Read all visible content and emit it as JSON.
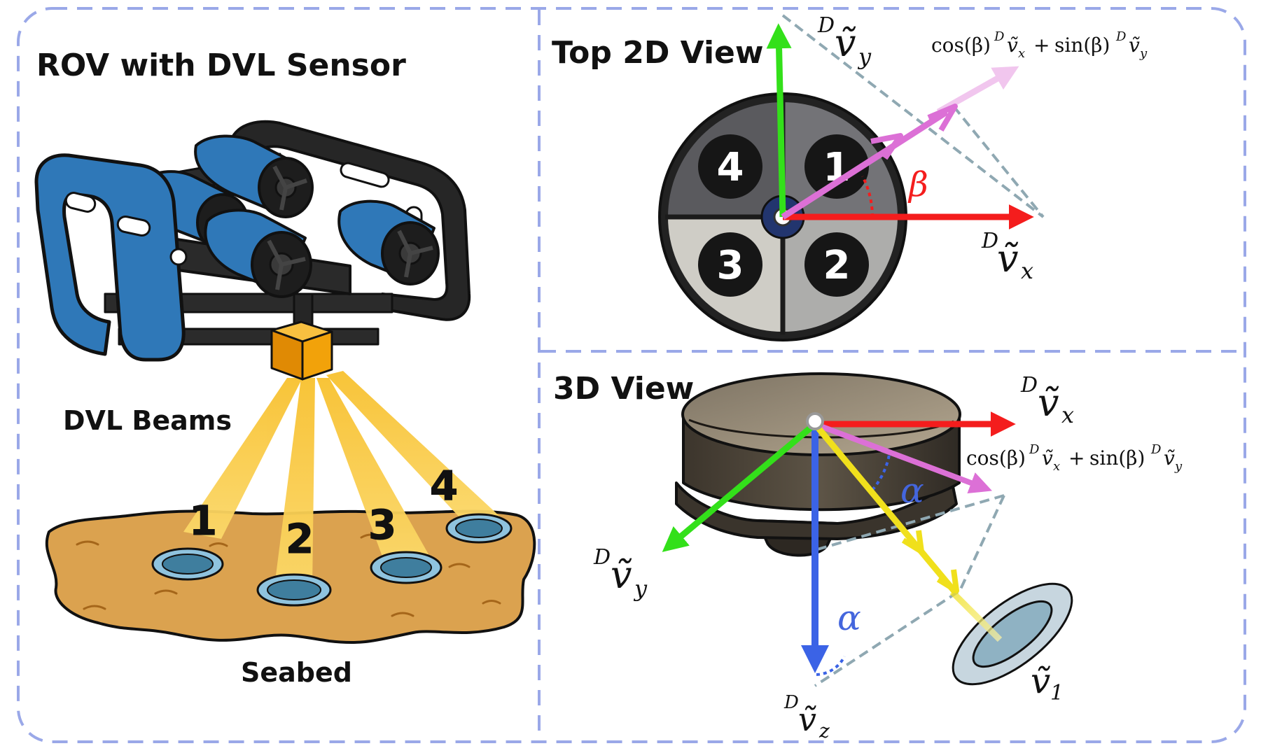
{
  "panels": {
    "left": {
      "title": "ROV with DVL Sensor",
      "beams_label": "DVL Beams",
      "seabed_label": "Seabed",
      "beam_numbers": [
        "1",
        "2",
        "3",
        "4"
      ]
    },
    "top": {
      "title": "Top 2D View",
      "quadrant_numbers": [
        "4",
        "1",
        "3",
        "2"
      ],
      "vy_label": {
        "sup": "D",
        "sym": "ṽ",
        "sub": "y"
      },
      "vx_label": {
        "sup": "D",
        "sym": "ṽ",
        "sub": "x"
      },
      "proj_label": {
        "a": "cos(β)",
        "b": "sin(β)",
        "sup": "D",
        "sym": "ṽ",
        "sx": "x",
        "sy": "y",
        "plus": "+"
      },
      "angle": "β"
    },
    "three_d": {
      "title": "3D View",
      "vx_label": {
        "sup": "D",
        "sym": "ṽ",
        "sub": "x"
      },
      "vy_label": {
        "sup": "D",
        "sym": "ṽ",
        "sub": "y"
      },
      "vz_label": {
        "sup": "D",
        "sym": "ṽ",
        "sub": "z"
      },
      "proj_label": {
        "a": "cos(β)",
        "b": "sin(β)",
        "sup": "D",
        "sym": "ṽ",
        "sx": "x",
        "sy": "y",
        "plus": "+"
      },
      "alpha_top": "α",
      "alpha_bottom": "α",
      "beam_label": {
        "sym": "ṽ",
        "sub": "1"
      }
    }
  },
  "colors": {
    "panel_border": "#9aa8e8",
    "rov_blue": "#2f78b8",
    "rov_dark": "#262626",
    "dvl_orange": "#f2a20a",
    "beam_yellow": "#f8c12e",
    "seabed": "#dba24f",
    "footprint": "#6aa6c6",
    "vx_red": "#f41d1d",
    "vy_green": "#33e01a",
    "vz_blue": "#3b63e6",
    "proj_pink": "#dc70d6",
    "beam_yellow_arrow": "#f0e01c",
    "alpha_blue": "#4466dd",
    "dash_gray": "#8fa8b2"
  },
  "icons": [
    "rov-icon",
    "dvl-sensor-icon",
    "dvl-transducer-icon"
  ]
}
